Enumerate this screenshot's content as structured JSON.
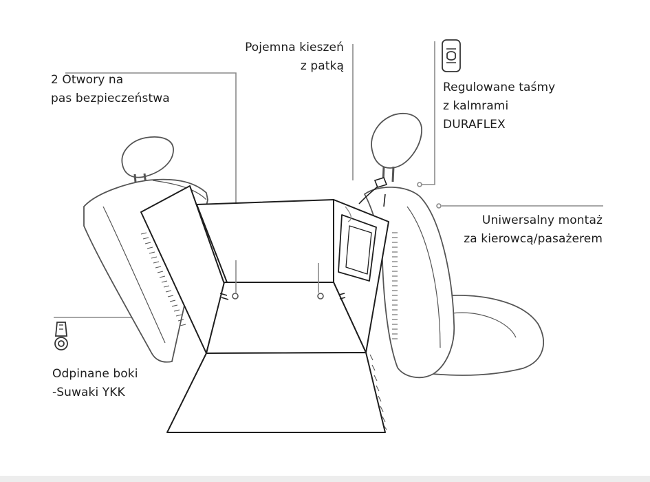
{
  "callouts": {
    "seatbelt_holes": [
      "2 Otwory na",
      "pas bezpieczeństwa"
    ],
    "pocket": [
      "Pojemna kieszeń",
      "z patką"
    ],
    "straps": [
      "Regulowane taśmy",
      "z kalmrami",
      "DURAFLEX"
    ],
    "mounting": [
      "Uniwersalny montaż",
      "za kierowcą/pasażerem"
    ],
    "zippers": [
      "Odpinane boki",
      "-Suwaki YKK"
    ]
  },
  "icons": {
    "buckle": "buckle-icon",
    "zipper": "zipper-icon"
  },
  "colors": {
    "line_art": "#1e1e1e",
    "seat_outline": "#555555",
    "leader_line": "#8a8a8a"
  }
}
